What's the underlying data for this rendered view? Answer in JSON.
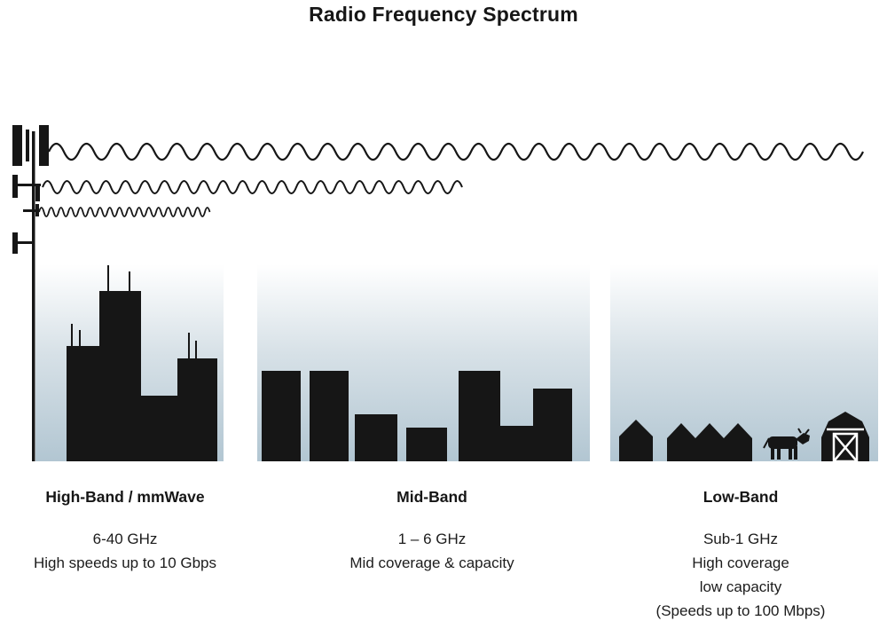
{
  "title": "Radio Frequency Spectrum",
  "bands": [
    {
      "label": "High-Band / mmWave",
      "frequency": "6-40 GHz",
      "line1": "High speeds up to 10 Gbps"
    },
    {
      "label": "Mid-Band",
      "frequency": "1 – 6 GHz",
      "line1": "Mid coverage & capacity"
    },
    {
      "label": "Low-Band",
      "frequency": "Sub-1 GHz",
      "line1": "High coverage",
      "line2": "low capacity",
      "line3": "(Speeds up to 100 Mbps)"
    }
  ],
  "icons": {
    "tower": "cell-tower-icon",
    "waves": [
      "low-band-long-wave-icon",
      "mid-band-medium-wave-icon",
      "high-band-short-wave-icon"
    ],
    "scenes": [
      "city-buildings-icon",
      "midrise-buildings-icon",
      "rural-houses-icon",
      "cow-icon",
      "barn-icon"
    ]
  },
  "colors": {
    "silhouette": "#161616",
    "sky_top": "#ffffff",
    "sky_bottom": "#b2c6d2"
  }
}
